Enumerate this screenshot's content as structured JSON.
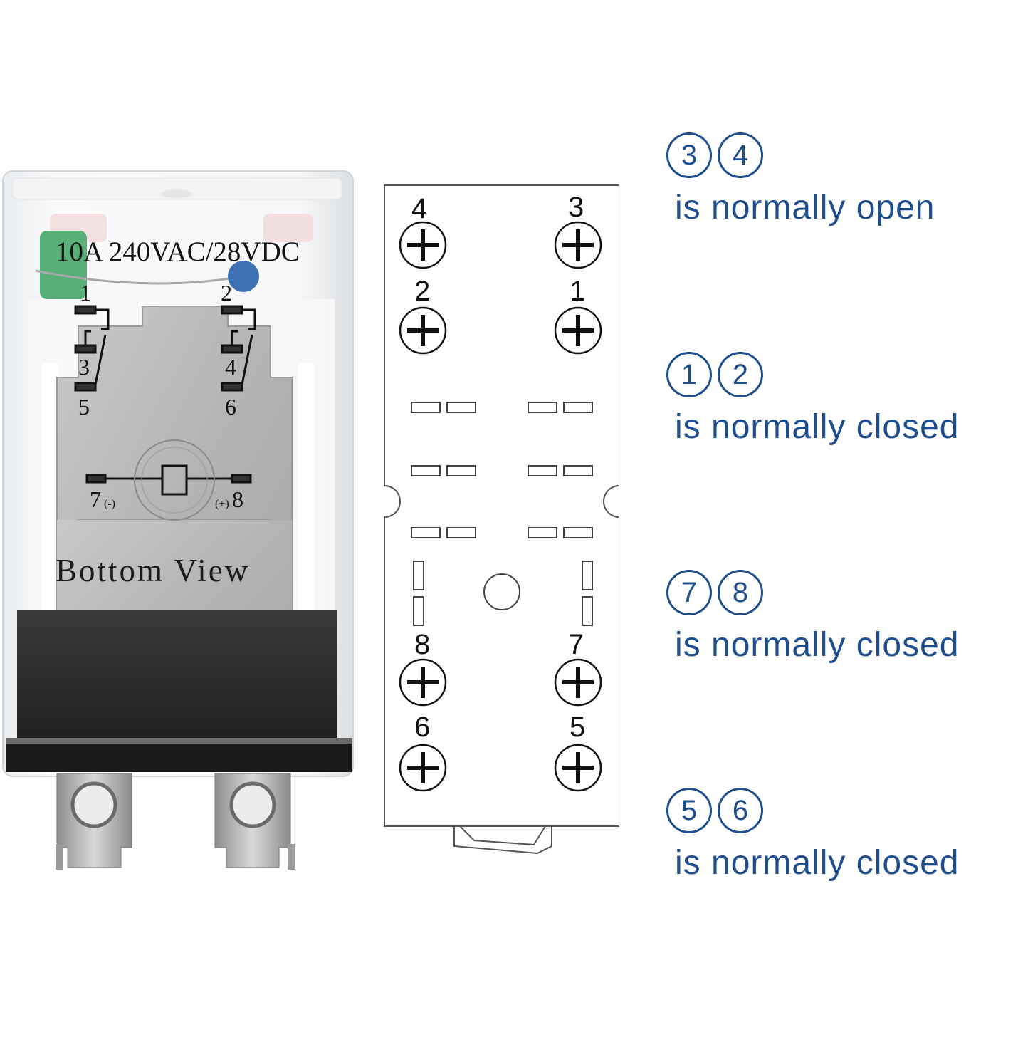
{
  "relay_photo": {
    "rating_label": "10A 240VAC/28VDC",
    "view_label": "Bottom View",
    "diagram_numbers": {
      "n1": "1",
      "n2": "2",
      "n3": "3",
      "n4": "4",
      "n5": "5",
      "n6": "6",
      "n7": "7",
      "n8": "8",
      "n7_polarity": "(-)",
      "n8_polarity": "(+)"
    }
  },
  "socket_diagram": {
    "terminals": {
      "t4": "4",
      "t3": "3",
      "t2": "2",
      "t1": "1",
      "t8": "8",
      "t7": "7",
      "t6": "6",
      "t5": "5"
    }
  },
  "legend": [
    {
      "pins": [
        "3",
        "4"
      ],
      "description": "is normally open"
    },
    {
      "pins": [
        "1",
        "2"
      ],
      "description": "is normally closed"
    },
    {
      "pins": [
        "7",
        "8"
      ],
      "description": "is normally closed"
    },
    {
      "pins": [
        "5",
        "6"
      ],
      "description": "is normally closed"
    }
  ],
  "colors": {
    "legend_text": "#1f4e8f",
    "relay_base": "#1d1d1d",
    "relay_plate": "#b9b9b9"
  }
}
